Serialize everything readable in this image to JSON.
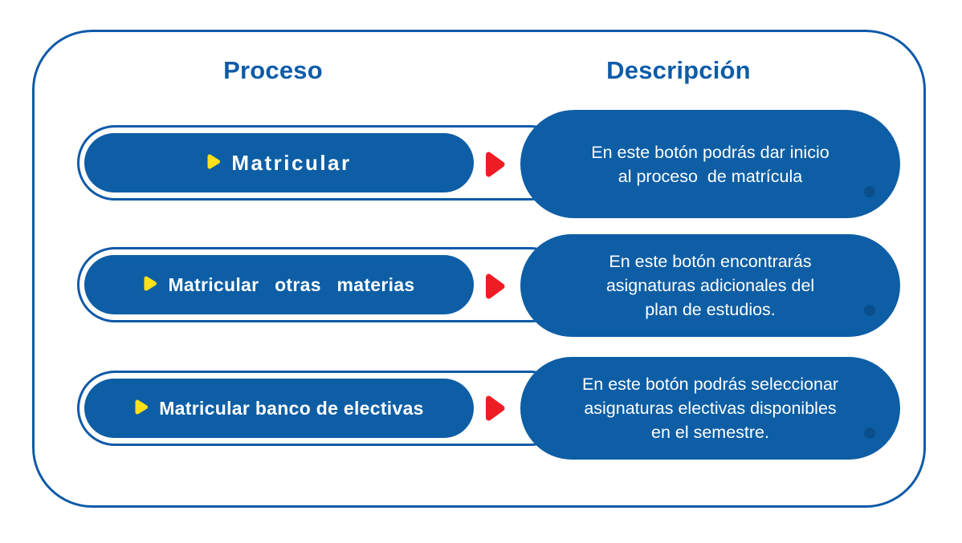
{
  "header": {
    "process_column": "Proceso",
    "description_column": "Descripción"
  },
  "rows": [
    {
      "button_label": "Matricular",
      "description_lines": [
        "En este botón podrás dar inicio",
        "al proceso  de matrícula"
      ]
    },
    {
      "button_label": "Matricular otras materias",
      "description_lines": [
        "En este botón encontrarás",
        "asignaturas adicionales del",
        "plan de estudios."
      ]
    },
    {
      "button_label": "Matricular banco de electivas",
      "description_lines": [
        "En este botón podrás seleccionar",
        "asignaturas electivas disponibles",
        "en el semestre."
      ]
    }
  ],
  "icons": {
    "bullet": "yellow-play-icon",
    "connector": "red-arrow-icon",
    "bubble_mark": "decorative-dot"
  },
  "colors": {
    "primary_blue": "#0D5EA5",
    "border_blue": "#0F5AA8",
    "header_blue": "#0E5CA8",
    "accent_yellow": "#FFE01A",
    "accent_red": "#EE1C24",
    "dot_blue": "#0A4E8C",
    "text_white": "#FFFFFF"
  }
}
